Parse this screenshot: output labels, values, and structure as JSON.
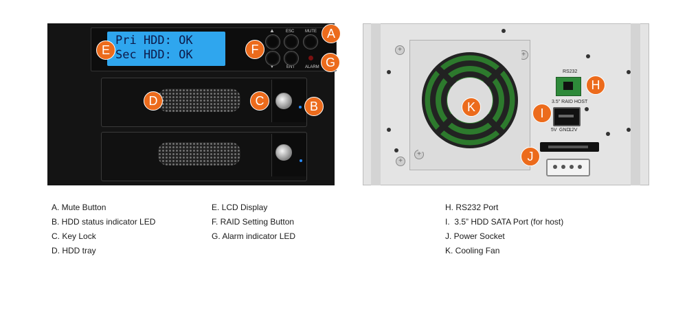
{
  "lcd": {
    "line1": "Pri HDD: OK",
    "line2": "Sec HDD: OK"
  },
  "front_labels": {
    "esc": "ESC",
    "mute": "MUTE",
    "ent": "ENT",
    "alarm": "ALARM"
  },
  "rear_labels": {
    "rs232": "RS232",
    "raid_host": "3.5\" RAID HOST",
    "v5": "5V",
    "gnd": "GND",
    "v12": "12V"
  },
  "markers": {
    "A": "A",
    "B": "B",
    "C": "C",
    "D": "D",
    "E": "E",
    "F": "F",
    "G": "G",
    "H": "H",
    "I": "I",
    "J": "J",
    "K": "K"
  },
  "legend": {
    "col1": [
      "A. Mute Button",
      "B. HDD status indicator LED",
      "C. Key Lock",
      "D. HDD tray"
    ],
    "col2": [
      "E. LCD Display",
      "F. RAID Setting Button",
      "G. Alarm indicator LED"
    ],
    "col3": [
      "H. RS232 Port",
      "I.  3.5” HDD SATA Port (for host)",
      "J. Power Socket",
      "K. Cooling Fan"
    ]
  },
  "colors": {
    "marker": "#ec6b1c",
    "lcd": "#2fa6ee",
    "front": "#141414",
    "rear": "#e4e4e4"
  }
}
